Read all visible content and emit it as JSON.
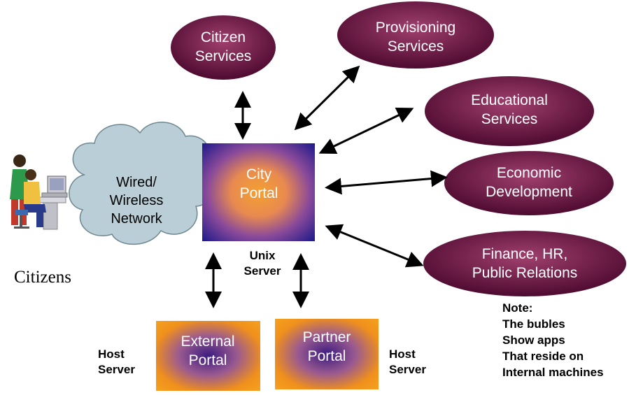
{
  "bubbles": [
    {
      "id": "citizen",
      "lines": [
        "Citizen",
        "Services"
      ]
    },
    {
      "id": "provisioning",
      "lines": [
        "Provisioning",
        "Services"
      ]
    },
    {
      "id": "educational",
      "lines": [
        "Educational",
        "Services"
      ]
    },
    {
      "id": "economic",
      "lines": [
        "Economic",
        "Development"
      ]
    },
    {
      "id": "finance",
      "lines": [
        "Finance, HR,",
        "Public Relations"
      ]
    }
  ],
  "network": {
    "lines": [
      "Wired/",
      "Wireless",
      "Network"
    ]
  },
  "city_portal": {
    "lines": [
      "City",
      "Portal"
    ]
  },
  "unix_server": {
    "lines": [
      "Unix",
      "Server"
    ]
  },
  "external_portal": {
    "lines": [
      "External",
      "Portal"
    ]
  },
  "partner_portal": {
    "lines": [
      "Partner",
      "Portal"
    ]
  },
  "host_server_left": {
    "lines": [
      "Host",
      "Server"
    ]
  },
  "host_server_right": {
    "lines": [
      "Host",
      "Server"
    ]
  },
  "citizens_label": "Citizens",
  "note": {
    "lines": [
      "Note:",
      "The bubles",
      "Show apps",
      "That reside on",
      "Internal machines"
    ]
  },
  "colors": {
    "bubble_dark": "#5a0f38",
    "bubble_light": "#a0406e",
    "city_portal_outer": "#221a8a",
    "city_portal_inner": "#f4a030",
    "host_portal_outer": "#f5a020",
    "host_portal_inner": "#3c1c80",
    "cloud": "#b9ced6"
  }
}
